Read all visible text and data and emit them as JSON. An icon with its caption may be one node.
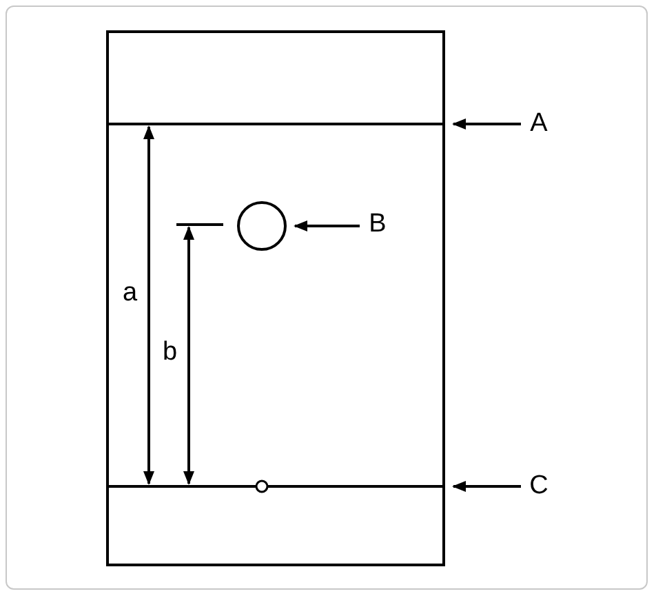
{
  "diagram": {
    "nodes": [
      {
        "text": [
          "A"
        ]
      },
      {
        "text": [
          "B"
        ]
      },
      {
        "text": [],
        "shape": "circle"
      },
      {
        "text": [
          "C"
        ]
      }
    ],
    "edges": [
      {
        "from": 0,
        "to": null,
        "arrow": "to"
      },
      {
        "from": 1,
        "to": 2,
        "arrow": "to"
      },
      {
        "from": 3,
        "to": null,
        "arrow": "to"
      }
    ],
    "labels": [
      "a",
      "b"
    ]
  }
}
